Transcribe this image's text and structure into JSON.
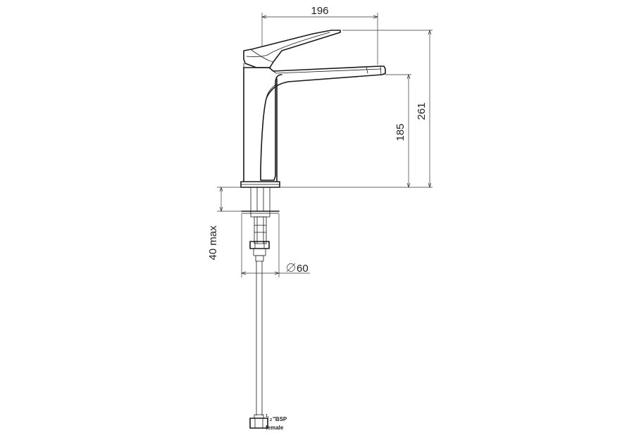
{
  "dimensions": {
    "spout_reach": "196",
    "total_height": "261",
    "spout_height": "185",
    "deck_thickness": "40 max",
    "base_diameter": "60"
  },
  "connection": {
    "fraction_num": "1",
    "fraction_den": "2",
    "thread": "\"BSP",
    "type": "female"
  },
  "symbols": {
    "diameter": "diameter-symbol"
  }
}
